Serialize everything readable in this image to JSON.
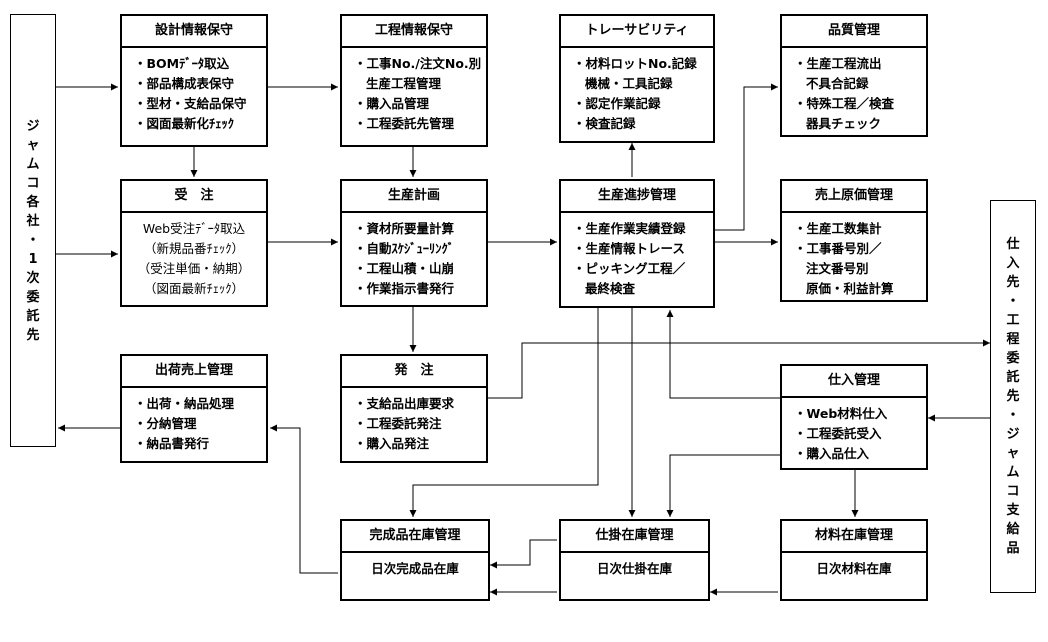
{
  "left_entity": [
    "ジ",
    "ャ",
    "ム",
    "コ",
    "各",
    "社",
    "・",
    "1",
    "次",
    "委",
    "託",
    "先"
  ],
  "right_entity": [
    "仕",
    "入",
    "先",
    "・",
    "工",
    "程",
    "委",
    "託",
    "先",
    "・",
    "ジ",
    "ャ",
    "ム",
    "コ",
    "支",
    "給",
    "品"
  ],
  "boxes": {
    "design": {
      "title": "設計情報保守",
      "items": [
        "・BOMﾃﾞｰﾀ取込",
        "・部品構成表保守",
        "・型材・支給品保守",
        "・図面最新化ﾁｪｯｸ"
      ]
    },
    "process_info": {
      "title": "工程情報保守",
      "items": [
        "・工事No./注文No.別",
        "生産工程管理",
        "・購入品管理",
        "・工程委託先管理"
      ]
    },
    "trace": {
      "title": "トレーサビリティ",
      "items": [
        "・材料ロットNo.記録",
        "機械・工具記録",
        "・認定作業記録",
        "・検査記録"
      ]
    },
    "quality": {
      "title": "品質管理",
      "items": [
        "・生産工程流出",
        "不具合記録",
        "・特殊工程／検査",
        "器具チェック"
      ]
    },
    "order_receipt": {
      "title": "受　注",
      "items": [
        "Web受注ﾃﾞｰﾀ取込",
        "（新規品番ﾁｪｯｸ）",
        "（受注単価・納期）",
        "（図面最新ﾁｪｯｸ）"
      ]
    },
    "production_plan": {
      "title": "生産計画",
      "items": [
        "・資材所要量計算",
        "・自動ｽｹｼﾞｭｰﾘﾝｸﾞ",
        "・工程山積・山崩",
        "・作業指示書発行"
      ]
    },
    "progress": {
      "title": "生産進捗管理",
      "items": [
        "・生産作業実績登録",
        "・生産情報トレース",
        "・ピッキング工程／",
        "最終検査"
      ]
    },
    "cost": {
      "title": "売上原価管理",
      "items": [
        "・生産工数集計",
        "・工事番号別／",
        "注文番号別",
        "原価・利益計算"
      ]
    },
    "shipping": {
      "title": "出荷売上管理",
      "items": [
        "・出荷・納品処理",
        "・分納管理",
        "・納品書発行"
      ]
    },
    "purchase_order": {
      "title": "発　注",
      "items": [
        "・支給品出庫要求",
        "・工程委託発注",
        "・購入品発注"
      ]
    },
    "purchasing": {
      "title": "仕入管理",
      "items": [
        "・Web材料仕入",
        "・工程委託受入",
        "・購入品仕入"
      ]
    },
    "finished_stock": {
      "title": "完成品在庫管理",
      "items": [
        "日次完成品在庫"
      ]
    },
    "wip_stock": {
      "title": "仕掛在庫管理",
      "items": [
        "日次仕掛在庫"
      ]
    },
    "material_stock": {
      "title": "材料在庫管理",
      "items": [
        "日次材料在庫"
      ]
    }
  }
}
